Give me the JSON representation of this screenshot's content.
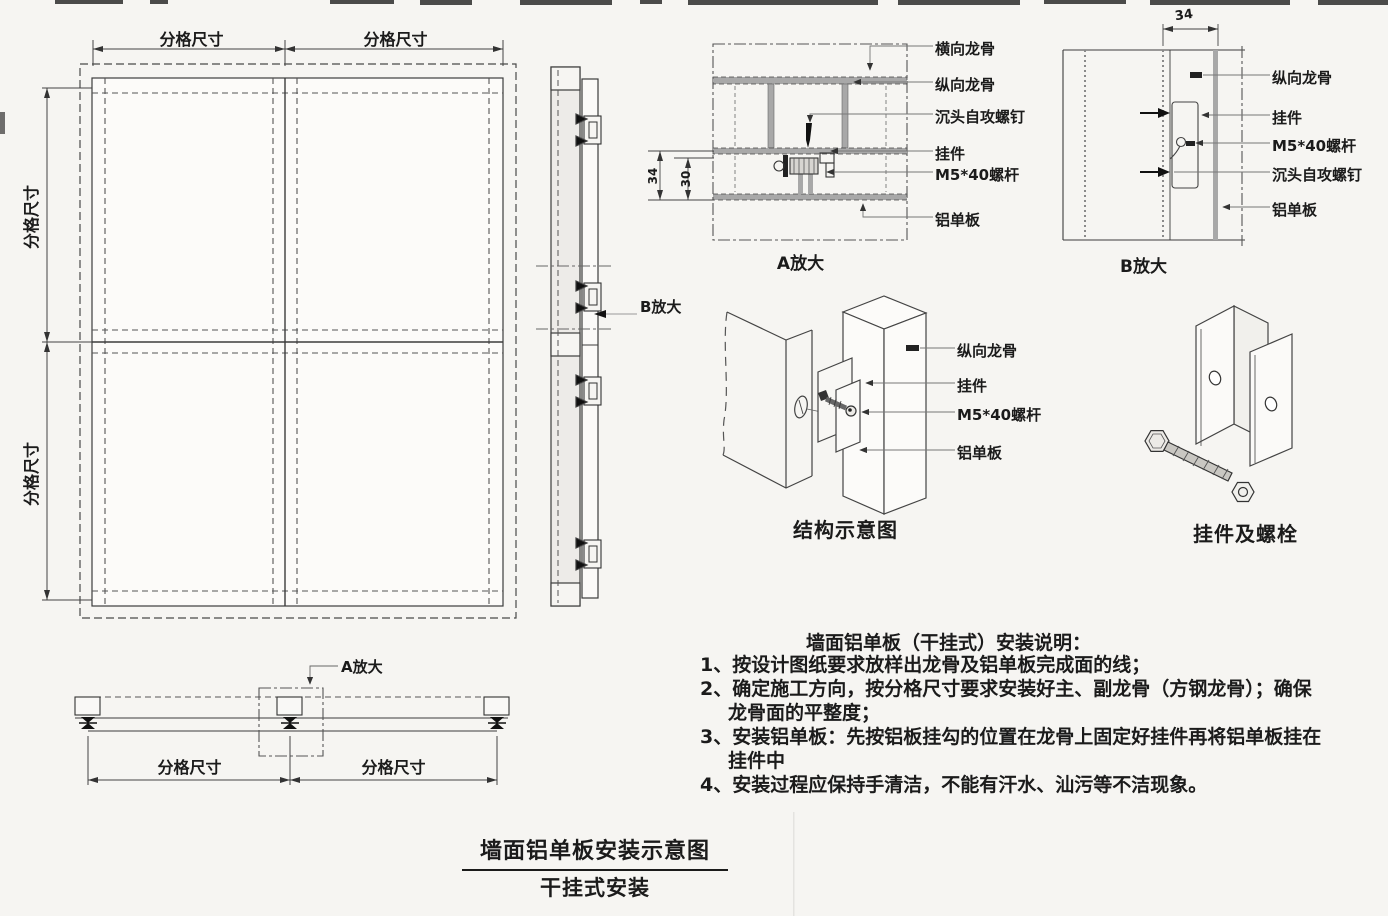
{
  "palette": {
    "paper": "#f6f5f2",
    "ink": "#3c3c3c",
    "gray_fill": "#a8a8a8",
    "text": "#1b1b1b"
  },
  "elevation": {
    "dim_top_left": "分格尺寸",
    "dim_top_right": "分格尺寸",
    "dim_left_upper": "分格尺寸",
    "dim_left_lower": "分格尺寸"
  },
  "side_view": {
    "callout": "B放大"
  },
  "detail_a": {
    "caption": "A放大",
    "dim_outer": "34",
    "dim_inner": "30",
    "labels": [
      "横向龙骨",
      "纵向龙骨",
      "沉头自攻螺钉",
      "挂件",
      "M5*40螺杆",
      "铝单板"
    ]
  },
  "detail_b": {
    "caption": "B放大",
    "dim": "34",
    "labels": [
      "纵向龙骨",
      "挂件",
      "M5*40螺杆",
      "沉头自攻螺钉",
      "铝单板"
    ]
  },
  "structure": {
    "caption": "结构示意图",
    "labels": [
      "纵向龙骨",
      "挂件",
      "M5*40螺杆",
      "铝单板"
    ]
  },
  "hanger": {
    "caption": "挂件及螺栓"
  },
  "plan": {
    "callout": "A放大",
    "dim_left": "分格尺寸",
    "dim_right": "分格尺寸"
  },
  "notes": {
    "title": "墙面铝单板（干挂式）安装说明：",
    "lines": [
      {
        "indent": 0,
        "text": "1、按设计图纸要求放样出龙骨及铝单板完成面的线；"
      },
      {
        "indent": 0,
        "text": "2、确定施工方向，按分格尺寸要求安装好主、副龙骨（方钢龙骨）；确保"
      },
      {
        "indent": 1,
        "text": "龙骨面的平整度；"
      },
      {
        "indent": 0,
        "text": "3、安装铝单板：先按铝板挂勾的位置在龙骨上固定好挂件再将铝单板挂在"
      },
      {
        "indent": 1,
        "text": "挂件中"
      },
      {
        "indent": 0,
        "text": "4、安装过程应保持手清洁，不能有汗水、汕污等不洁现象。"
      }
    ]
  },
  "title_block": {
    "title": "墙面铝单板安装示意图",
    "subtitle": "干挂式安装"
  }
}
